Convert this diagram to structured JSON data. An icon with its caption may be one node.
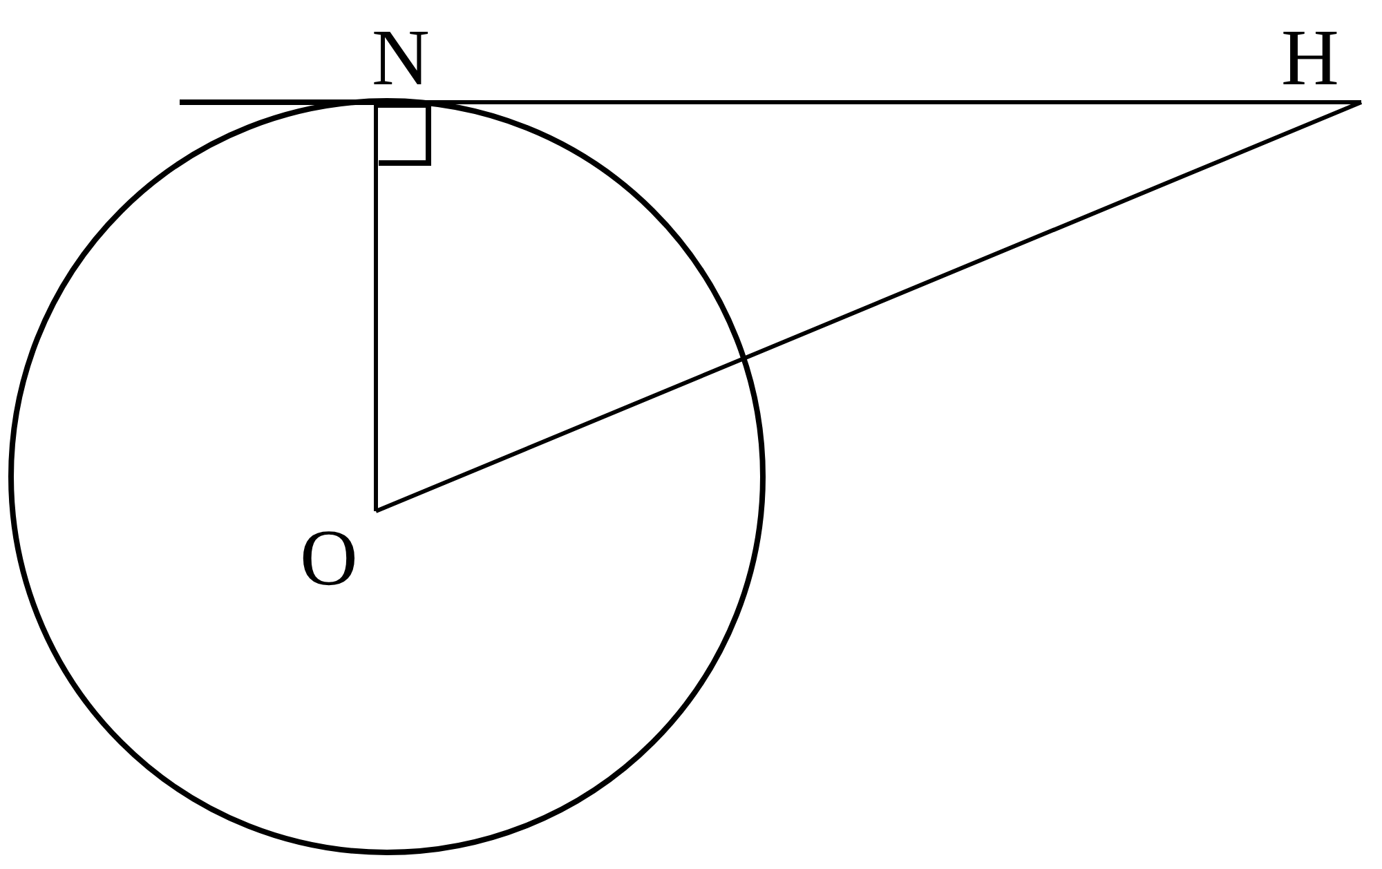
{
  "diagram": {
    "nodes": [
      {
        "text": [
          "N"
        ]
      },
      {
        "text": [
          "H"
        ]
      },
      {
        "text": [
          "O"
        ]
      }
    ],
    "edges": [
      {
        "from": 2,
        "to": 0,
        "arrow": "none"
      },
      {
        "from": 0,
        "to": 1,
        "arrow": "none"
      },
      {
        "from": 2,
        "to": 1,
        "arrow": "none"
      }
    ]
  }
}
